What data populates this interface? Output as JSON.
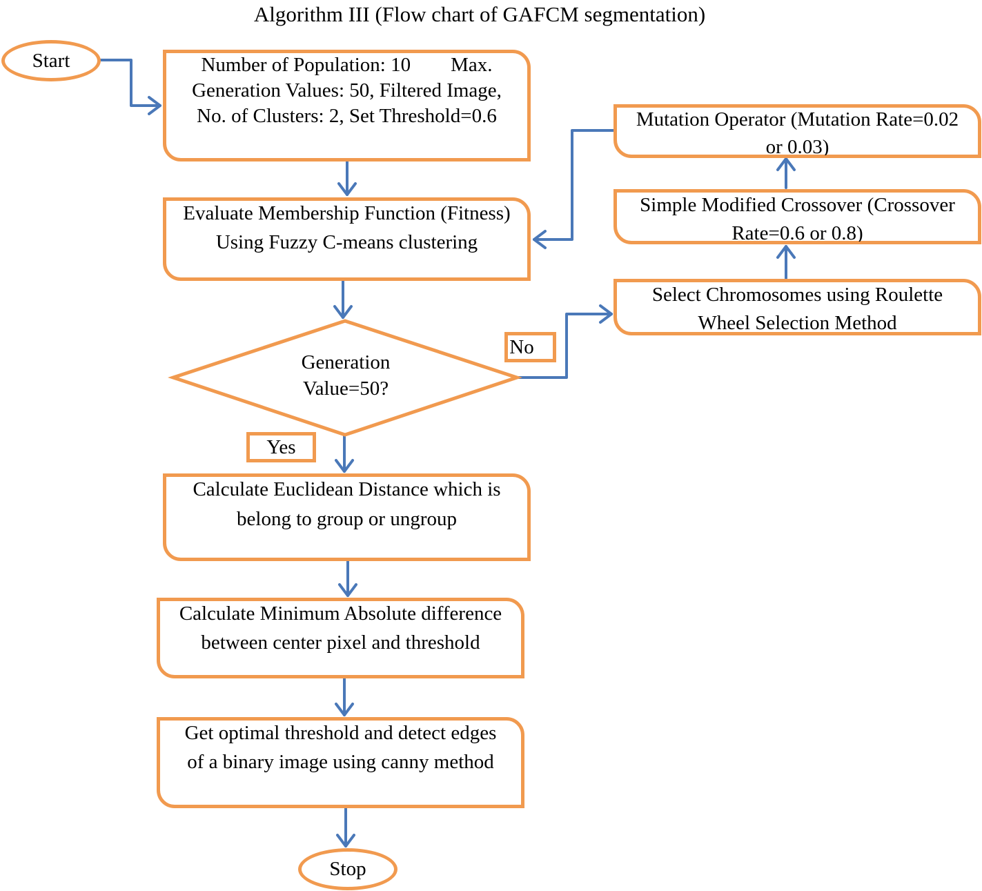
{
  "title": "Algorithm III (Flow chart of GAFCM segmentation)",
  "start": "Start",
  "stop": "Stop",
  "init": {
    "line1": "Number of Population: 10        Max.",
    "line2": "Generation Values: 50, Filtered Image,",
    "line3": "No. of Clusters: 2, Set Threshold=0.6"
  },
  "evaluate": {
    "line1": "Evaluate Membership Function (Fitness)",
    "line2": "Using Fuzzy C-means clustering"
  },
  "decision": {
    "line1": "Generation",
    "line2": "Value=50?"
  },
  "labels": {
    "no": "No",
    "yes": "Yes"
  },
  "selection": {
    "line1": "Select Chromosomes using Roulette",
    "line2": "Wheel Selection Method"
  },
  "crossover": {
    "line1": "Simple Modified Crossover (Crossover",
    "line2": "Rate=0.6 or 0.8)"
  },
  "mutation": {
    "line1": "Mutation Operator (Mutation Rate=0.02",
    "line2": "or 0.03)"
  },
  "euclid": {
    "line1": "Calculate Euclidean Distance which is",
    "line2": "belong to group or ungroup"
  },
  "minabs": {
    "line1": "Calculate Minimum Absolute difference",
    "line2": "between center pixel and threshold"
  },
  "optimal": {
    "line1": "Get optimal threshold and detect edges",
    "line2": "of a binary image using canny method"
  },
  "colors": {
    "box_border": "#f19a4f",
    "arrow": "#4a78b8"
  }
}
